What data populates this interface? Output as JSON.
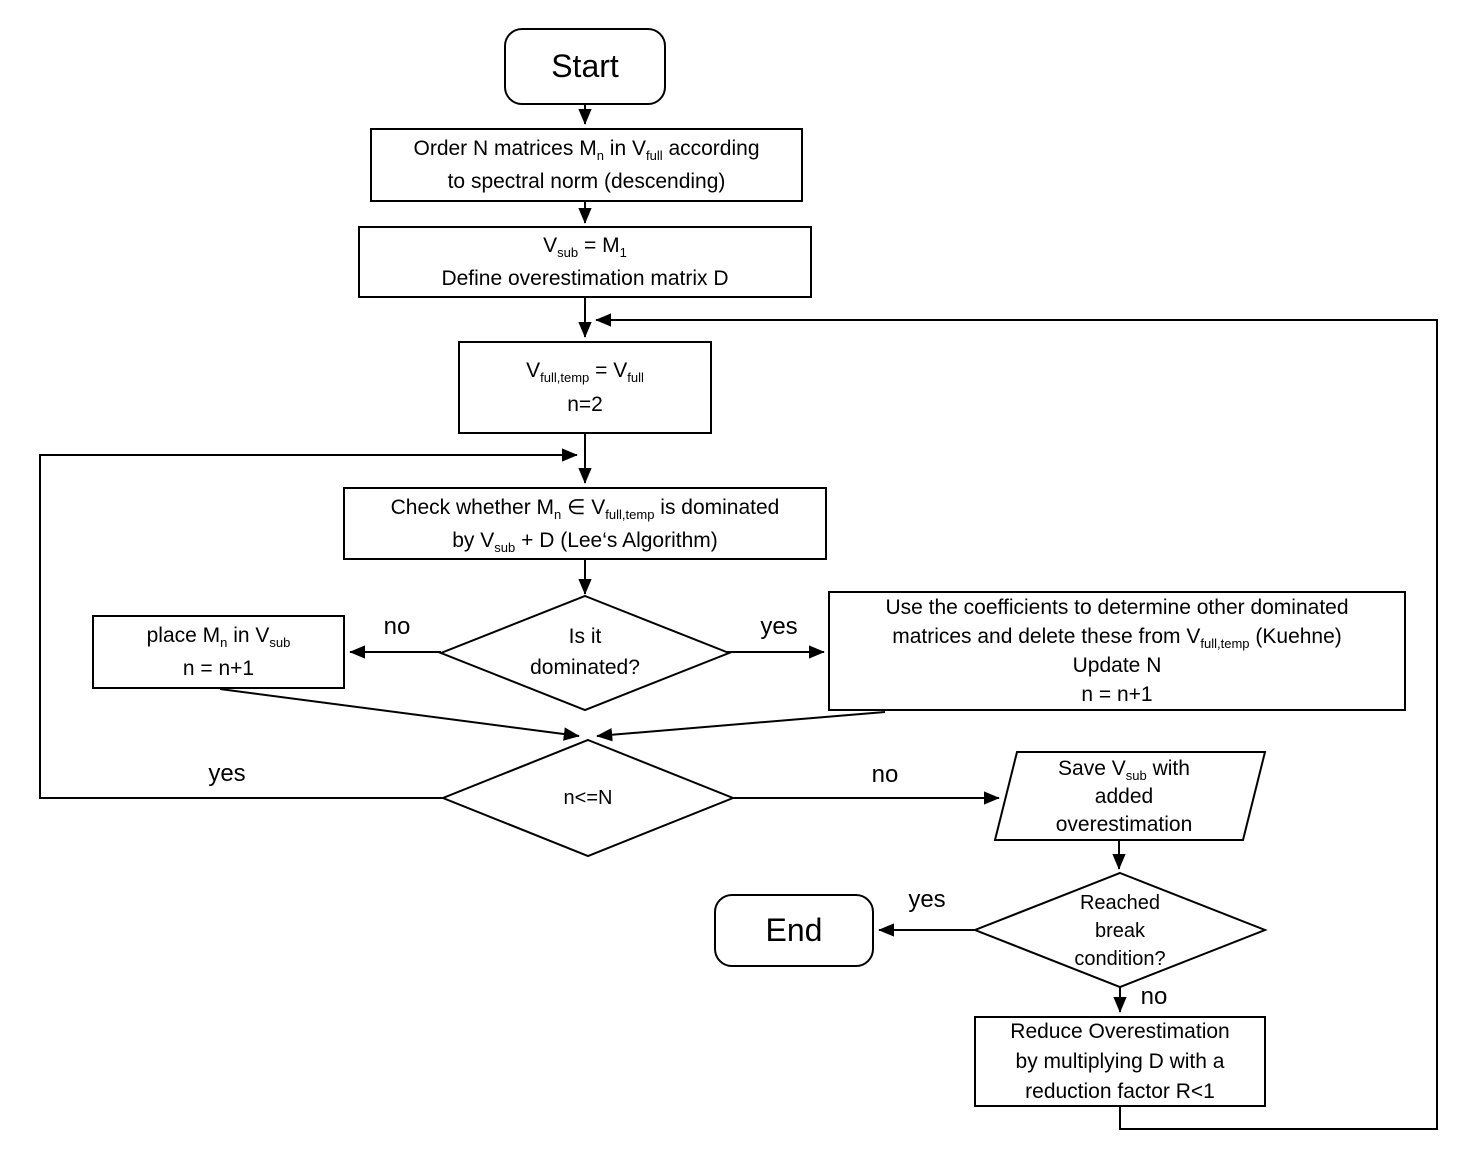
{
  "canvas": {
    "background": "#ffffff",
    "stroke_color": "#000000"
  },
  "nodes": {
    "start": {
      "label": "Start"
    },
    "order": {
      "lines": [
        "Order N matrices M~n~ in V~full~ according",
        "to spectral norm (descending)"
      ]
    },
    "init": {
      "lines": [
        "V~sub~ = M~1~",
        "Define overestimation matrix D"
      ]
    },
    "reset": {
      "lines": [
        "V~full,temp~ = V~full~",
        "n=2"
      ]
    },
    "check": {
      "lines": [
        "Check whether M~n~ ∈ V~full,temp~ is dominated",
        "by V~sub~ + D (Lee‘s Algorithm)"
      ]
    },
    "dominated": {
      "lines": [
        "Is it",
        "dominated?"
      ]
    },
    "place": {
      "lines": [
        "place M~n~ in V~sub~",
        "n = n+1"
      ]
    },
    "coefficients": {
      "lines": [
        "Use the coefficients to determine other dominated",
        "matrices and delete these from V~full,temp~ (Kuehne)",
        "Update N",
        "n = n+1"
      ]
    },
    "loop_check": {
      "lines": [
        "n<=N"
      ]
    },
    "save": {
      "lines": [
        "Save V~sub~ with",
        "added",
        "overestimation"
      ]
    },
    "break_check": {
      "lines": [
        "Reached",
        "break",
        "condition?"
      ]
    },
    "reduce": {
      "lines": [
        "Reduce Overestimation",
        "by multiplying D with a",
        "reduction factor R<1"
      ]
    },
    "end": {
      "label": "End"
    }
  },
  "edge_labels": {
    "dominated_no": "no",
    "dominated_yes": "yes",
    "loop_yes": "yes",
    "loop_no": "no",
    "break_yes": "yes",
    "break_no": "no"
  }
}
